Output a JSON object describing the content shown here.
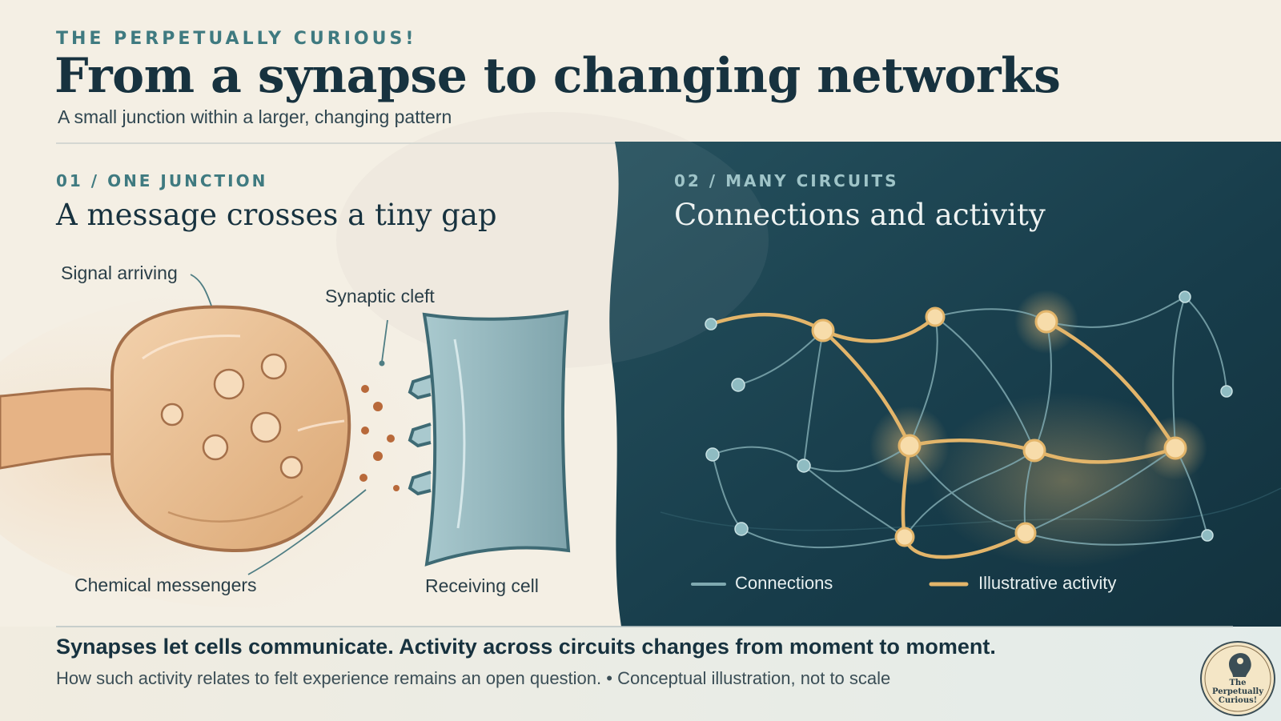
{
  "header": {
    "eyebrow": "THE PERPETUALLY CURIOUS!",
    "title": "From a synapse to changing networks",
    "subtitle": "A small junction within a larger, changing pattern"
  },
  "panel_left": {
    "label": "01 / ONE JUNCTION",
    "title": "A message crosses a tiny gap",
    "callouts": {
      "signal": "Signal arriving",
      "cleft": "Synaptic cleft",
      "messengers": "Chemical messengers",
      "receiving": "Receiving cell"
    }
  },
  "panel_right": {
    "label": "02 / MANY CIRCUITS",
    "title": "Connections and activity",
    "legend": {
      "connections": "Connections",
      "activity": "Illustrative activity"
    }
  },
  "footer": {
    "main": "Synapses let cells communicate. Activity across circuits changes from moment to moment.",
    "sub": "How such activity relates to felt experience remains an open question. • Conceptual illustration, not to scale"
  },
  "logo": {
    "text_line1": "The Perpetually",
    "text_line2": "Curious!"
  },
  "colors": {
    "background": "#f3eee3",
    "dark_panel": "#173c4a",
    "accent_teal": "#3f7a80",
    "activity": "#e3b56a",
    "connection": "#7fa9b0",
    "presynaptic": "#e6b385",
    "postsynaptic": "#8fb3ba"
  }
}
